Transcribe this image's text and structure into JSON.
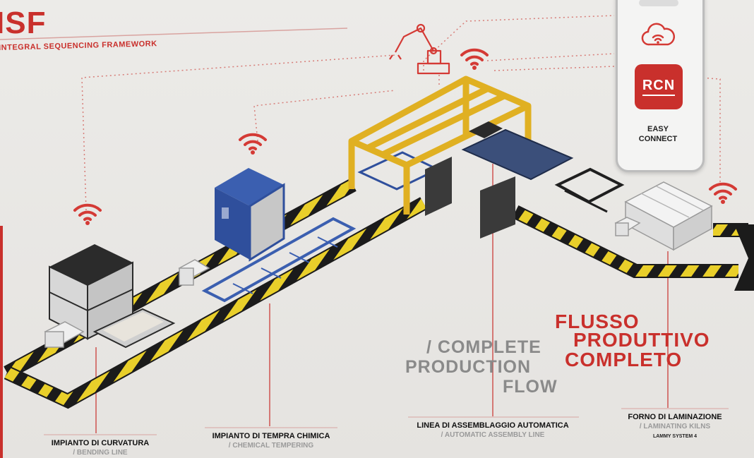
{
  "brand": {
    "title": "ISF",
    "subtitle": "INTEGRAL SEQUENCING FRAMEWORK"
  },
  "phone": {
    "logo": "RCN",
    "line1": "EASY",
    "line2": "CONNECT"
  },
  "flow": {
    "it_line1": "FLUSSO",
    "it_line2": "PRODUTTIVO",
    "it_line3": "COMPLETO",
    "en_line1": "/ COMPLETE",
    "en_line2": "PRODUCTION",
    "en_line3": "FLOW"
  },
  "stations": [
    {
      "name_it": "IMPIANTO DI CURVATURA",
      "name_en": "/ BENDING LINE",
      "extra": ""
    },
    {
      "name_it": "IMPIANTO DI TEMPRA CHIMICA",
      "name_en": "/ CHEMICAL TEMPERING",
      "extra": ""
    },
    {
      "name_it": "LINEA DI ASSEMBLAGGIO AUTOMATICA",
      "name_en": "/ AUTOMATIC ASSEMBLY LINE",
      "extra": ""
    },
    {
      "name_it": "FORNO DI LAMINAZIONE",
      "name_en": "/ LAMINATING KILNS",
      "extra": "LAMMY SYSTEM 4"
    }
  ],
  "colors": {
    "accent": "#c9302c",
    "track_yellow": "#e9cf2a",
    "track_black": "#1b1b1b",
    "frame_yellow": "#e0b022",
    "machine_blue": "#2f4f9c"
  },
  "icons": [
    "wifi-icon",
    "cloud-wifi-icon",
    "robot-arm-icon"
  ]
}
